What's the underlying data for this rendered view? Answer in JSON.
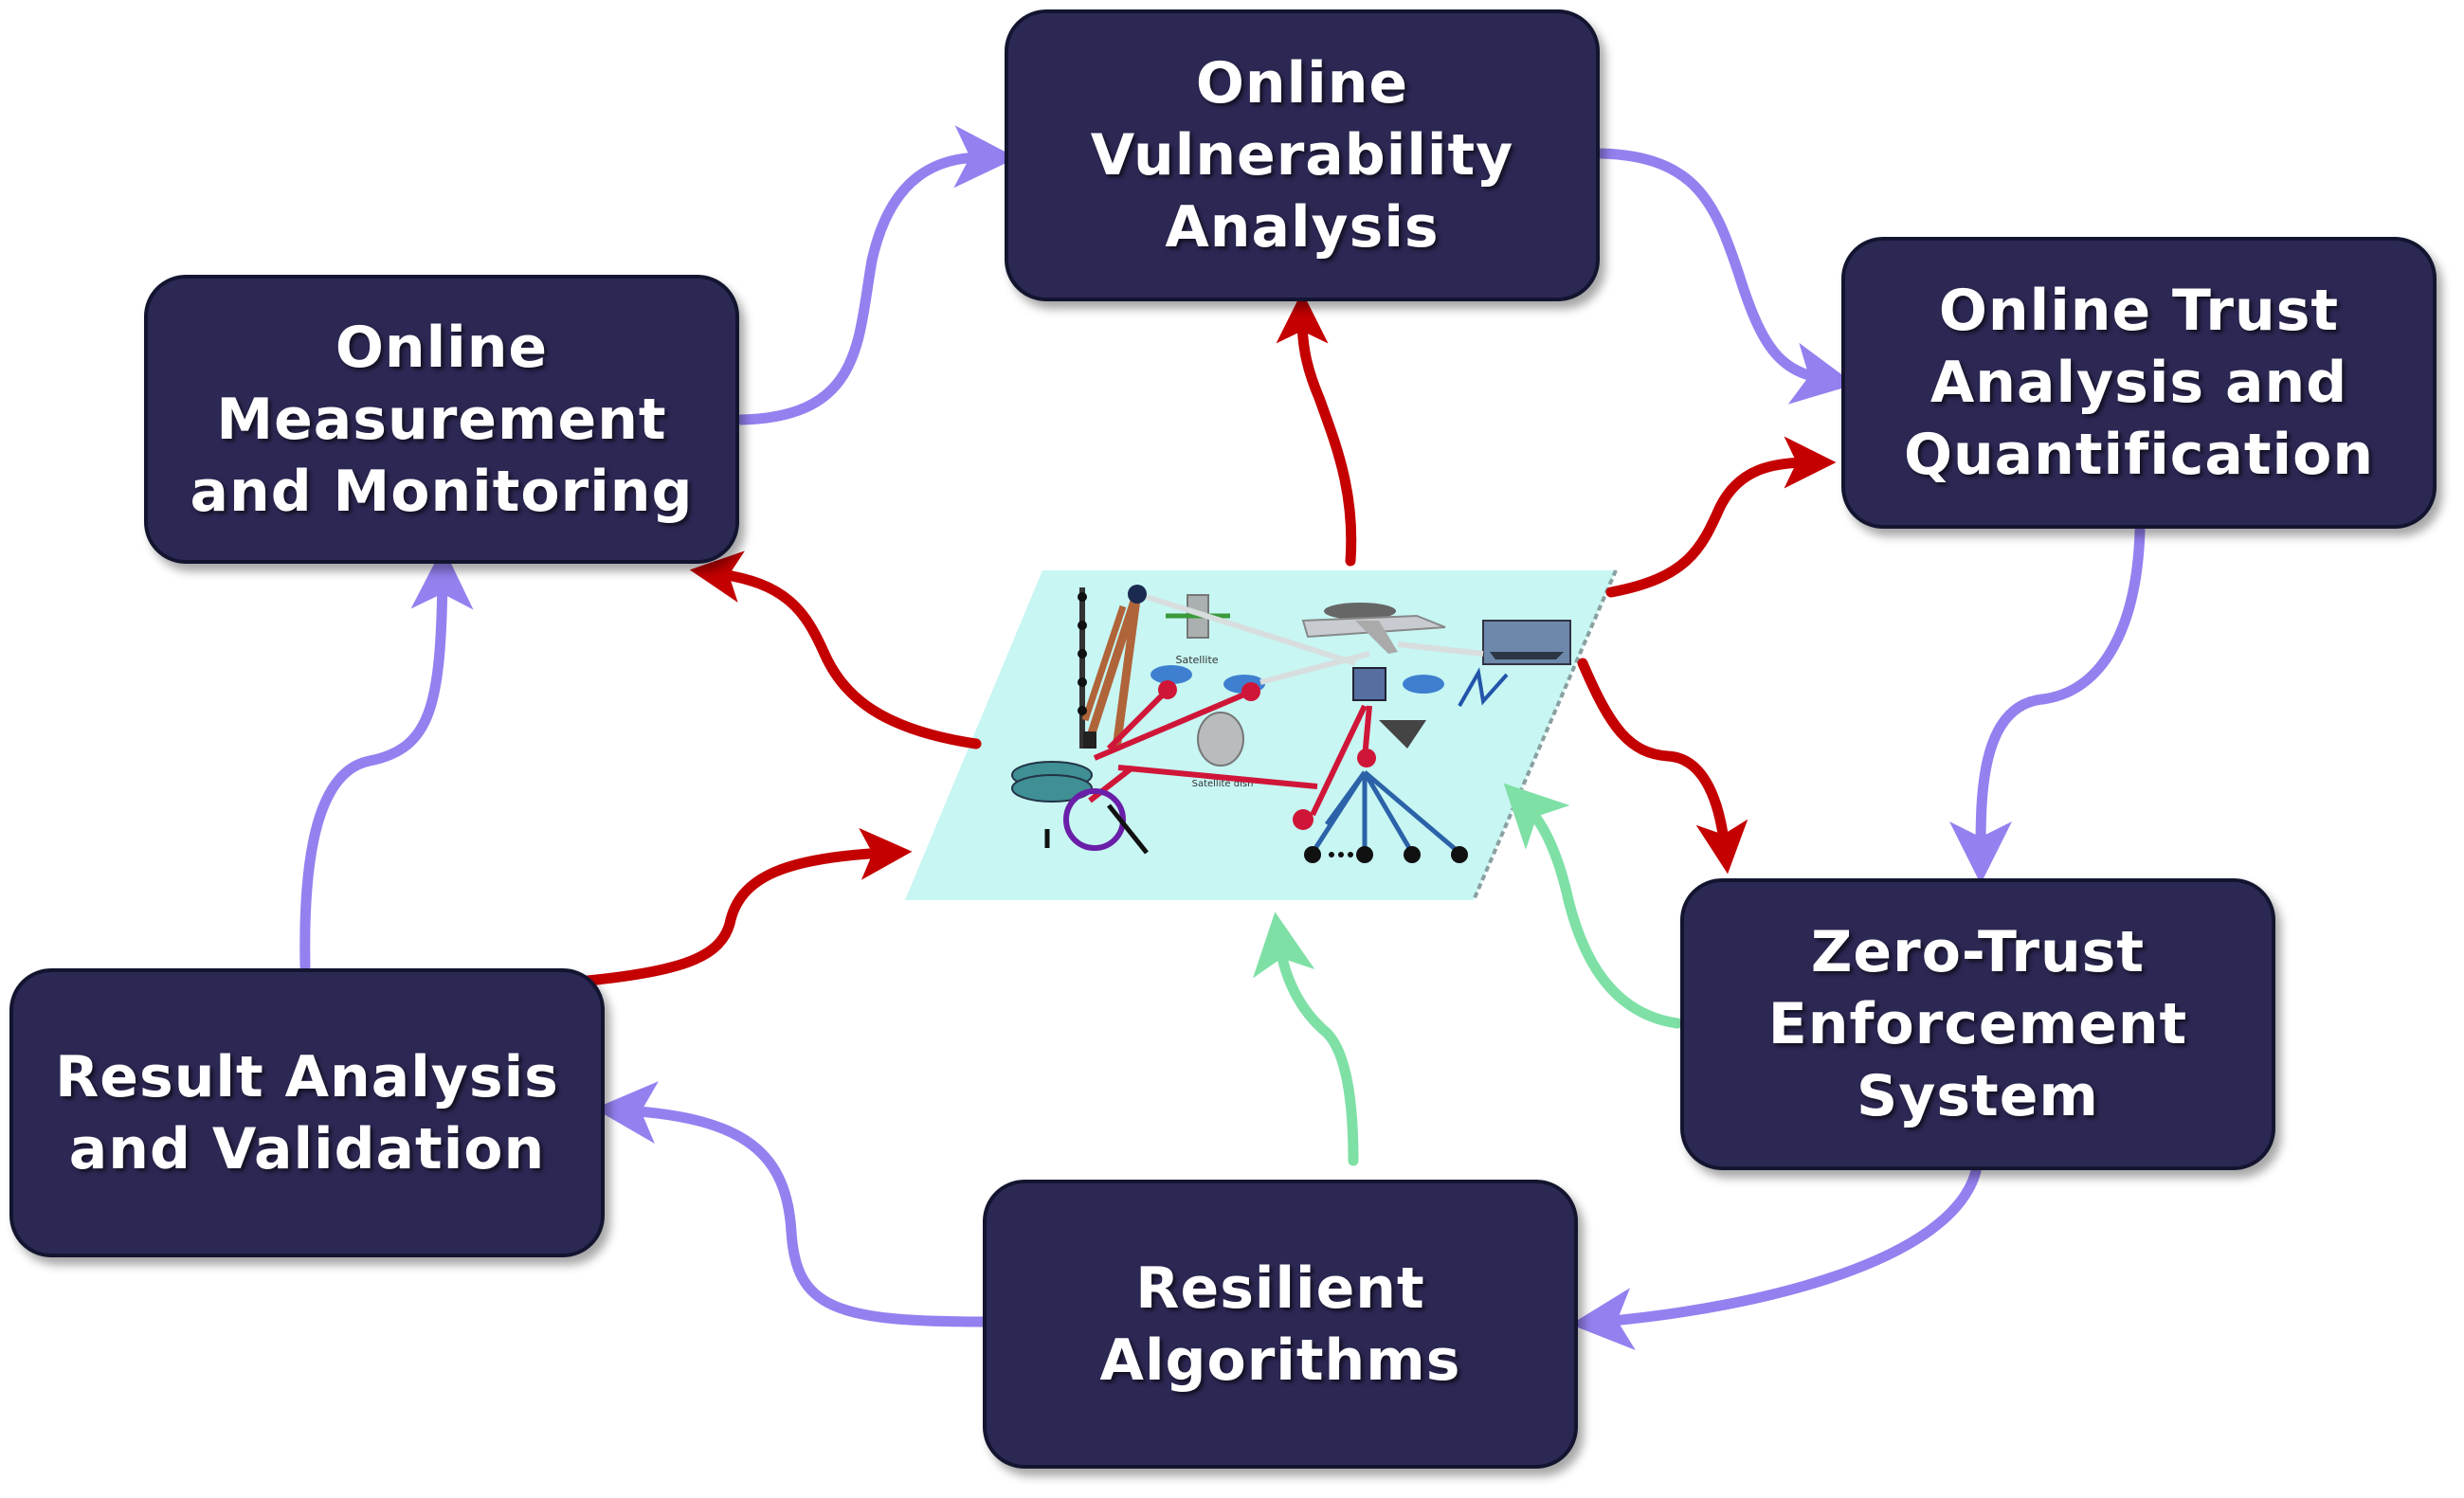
{
  "nodes": {
    "vulnerability": "Online\nVulnerability\nAnalysis",
    "trust": "Online Trust\nAnalysis and\nQuantification",
    "measurement": "Online\nMeasurement\nand Monitoring",
    "zero_trust": "Zero-Trust\nEnforcement\nSystem",
    "result": "Result Analysis\nand Validation",
    "resilient": "Resilient\nAlgorithms"
  },
  "network_labels": {
    "tower": "Satellite",
    "dish": "Satellite dish"
  },
  "colors": {
    "box_fill": "#2c2854",
    "box_border": "#131530",
    "cycle_arrow": "#9580f0",
    "output_arrow": "#c40000",
    "input_arrow": "#7fe0a6",
    "network_background": "#c7f6f3"
  }
}
